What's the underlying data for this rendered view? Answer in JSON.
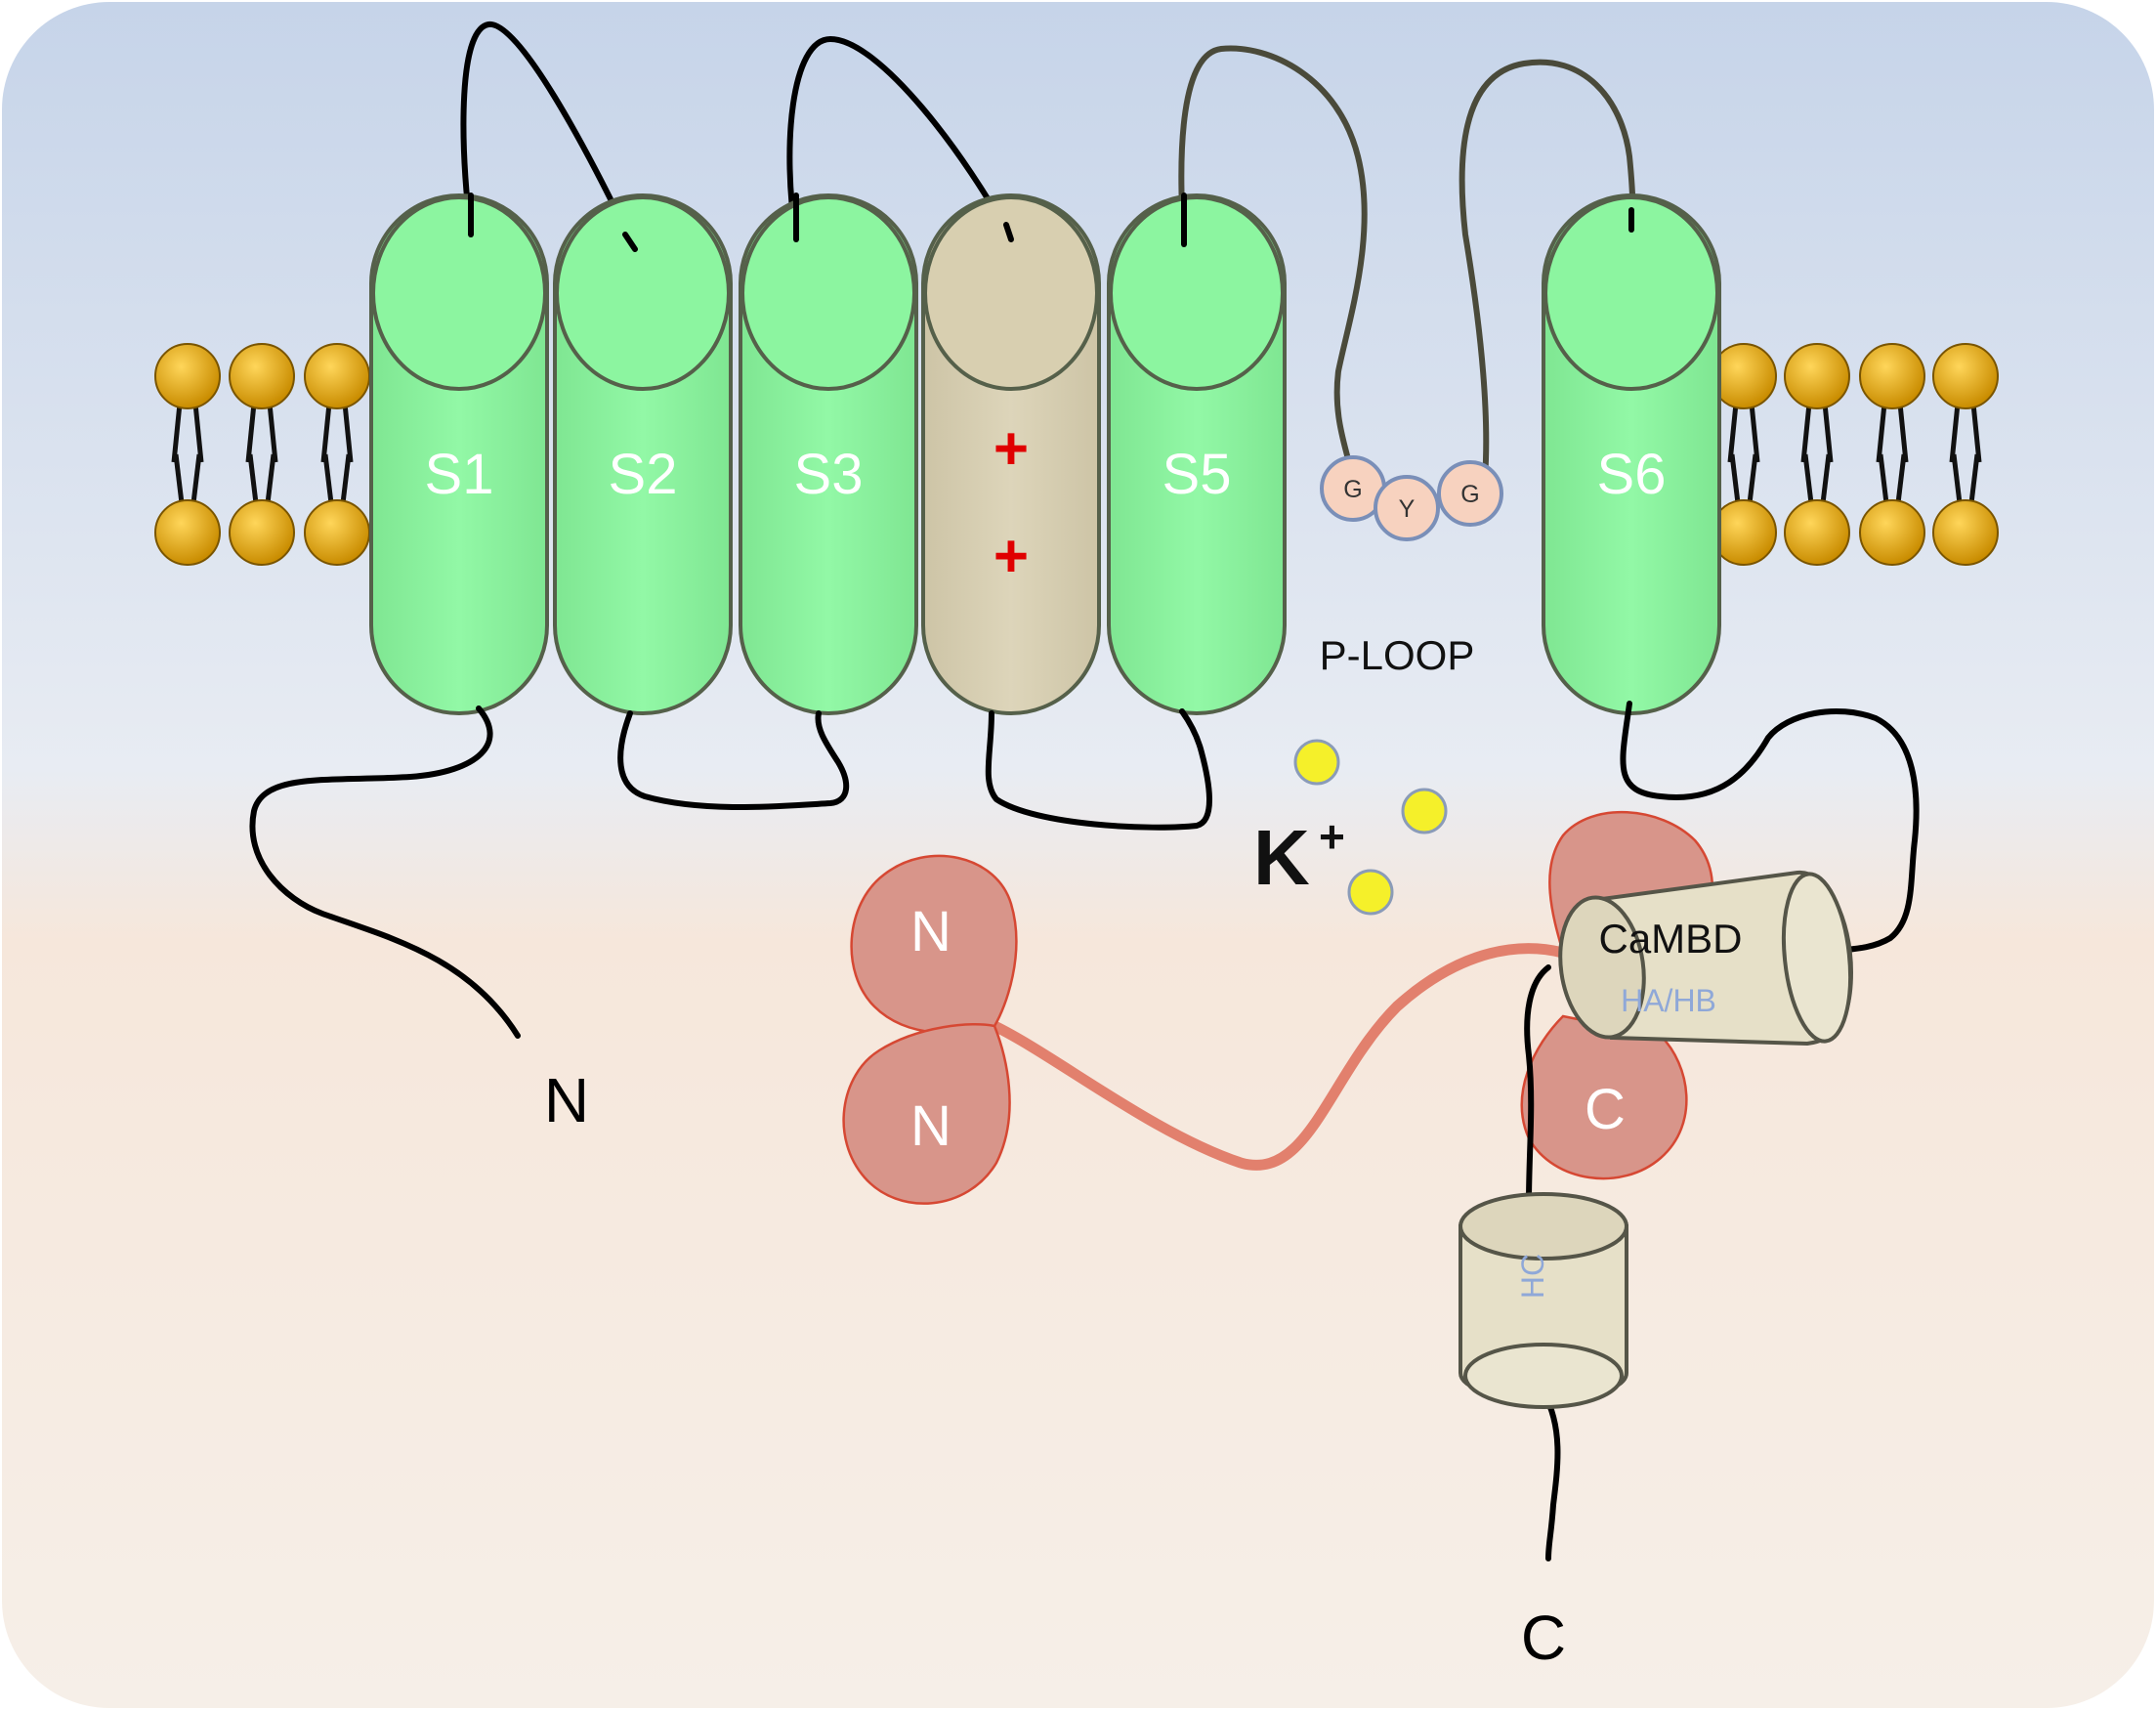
{
  "helices": [
    {
      "label": "S1",
      "charges": []
    },
    {
      "label": "S2",
      "charges": []
    },
    {
      "label": "S3",
      "charges": []
    },
    {
      "label": "",
      "charges": [
        "+",
        "+"
      ]
    },
    {
      "label": "S5",
      "charges": []
    },
    {
      "label": "S6",
      "charges": []
    }
  ],
  "selectivity_filter": {
    "residues": [
      "G",
      "Y",
      "G"
    ],
    "label": "P-LOOP"
  },
  "ion": {
    "symbol": "K",
    "charge": "+"
  },
  "calmodulin": {
    "n_lobe_top": "N",
    "n_lobe_bottom": "N",
    "c_lobe": "C"
  },
  "cambd": {
    "label": "CaMBD",
    "sublabel": "HA/HB"
  },
  "hc_domain": {
    "label": "HC"
  },
  "termini": {
    "n": "N",
    "c": "C"
  },
  "colors": {
    "helix": "#8cf5a0",
    "voltage_sensor": "#d8cfb0",
    "calmodulin": "#d8958a",
    "lipid_head": "#e8a820",
    "ion": "#f5f02a",
    "background_top": "#c8d6ea",
    "background_bottom": "#f5ebe2"
  }
}
